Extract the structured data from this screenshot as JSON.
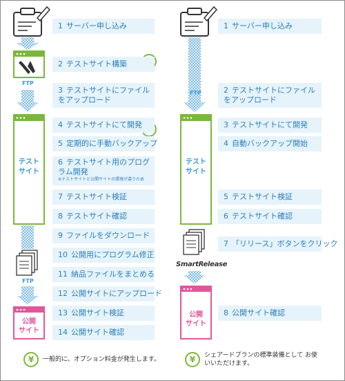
{
  "left_steps": [
    {
      "num": "1",
      "text": "サーバー申し込み"
    },
    {
      "num": "2",
      "text": "テストサイト構築"
    },
    {
      "num": "3",
      "text": "テストサイトにファイルをアップロード"
    },
    {
      "num": "4",
      "text": "テストサイトにて開発"
    },
    {
      "num": "5",
      "text": "定期的に手動バックアップ"
    },
    {
      "num": "6",
      "text": "テストサイト用のプログラム開発"
    },
    {
      "num": "7",
      "text": "テストサイト検証"
    },
    {
      "num": "8",
      "text": "テストサイト確認"
    },
    {
      "num": "9",
      "text": "ファイルをダウンロード"
    },
    {
      "num": "10",
      "text": "公開用にプログラム修正"
    },
    {
      "num": "11",
      "text": "納品ファイルをまとめる"
    },
    {
      "num": "12",
      "text": "公開サイトにアップロード"
    },
    {
      "num": "13",
      "text": "公開サイト検証"
    },
    {
      "num": "14",
      "text": "公開サイト確認"
    }
  ],
  "left_note": "※テストサイトと公開サイトの環境が違うため",
  "right_steps": [
    {
      "num": "1",
      "text": "サーバー申し込み"
    },
    {
      "num": "2",
      "text": "テストサイトにファイルをアップロード"
    },
    {
      "num": "3",
      "text": "テストサイトにて開発"
    },
    {
      "num": "4",
      "text": "自動バックアップ開始"
    },
    {
      "num": "5",
      "text": "テストサイト検証"
    },
    {
      "num": "6",
      "text": "テストサイト確認"
    },
    {
      "num": "7",
      "text": "「リリース」ボタンをクリック"
    },
    {
      "num": "8",
      "text": "公開サイト確認"
    }
  ],
  "ftp_label": "FTP",
  "test_site_label": [
    "テスト",
    "サイト"
  ],
  "public_site_label": [
    "公開",
    "サイト"
  ],
  "smart_release": "SmartRelease",
  "yen_symbol": "¥",
  "legend": {
    "paid": "一般的に、オプション料金が発生します。",
    "included": "シェアードプランの標準装備として お使いいただけます。"
  },
  "colors": {
    "accent_blue": "#3a9ad9",
    "label_bg": "#e6f3fb",
    "yen_green": "#7ab83b",
    "public_pink": "#e0579a"
  }
}
